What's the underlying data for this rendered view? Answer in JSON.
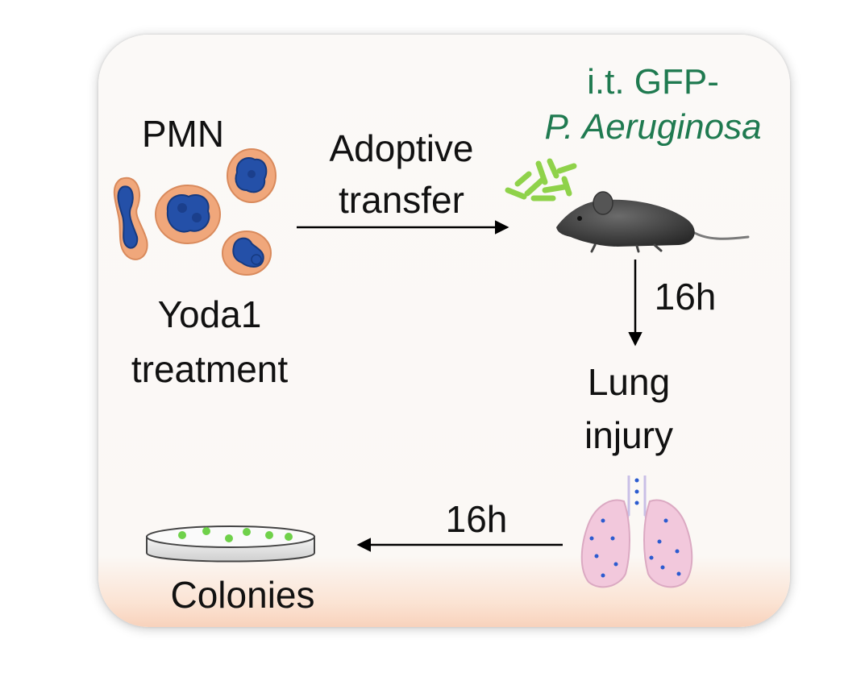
{
  "diagram": {
    "cells_label": "PMN",
    "treatment_line1": "Yoda1",
    "treatment_line2": "treatment",
    "arrow1_line1": "Adoptive",
    "arrow1_line2": "transfer",
    "bacteria_line1": "i.t. GFP-",
    "bacteria_line2": "P. Aeruginosa",
    "arrow2_label": "16h",
    "outcome_line1": "Lung",
    "outcome_line2": "injury",
    "arrow3_label": "16h",
    "result_label": "Colonies"
  },
  "colors": {
    "cell_body": "#f0a77b",
    "cell_nucleus": "#2450a8",
    "bacteria": "#8fd24a",
    "bacteria_label": "#1f7a50",
    "lung": "#f2c8dc",
    "lung_dots": "#2b5bd0",
    "colony_dots": "#6fd14a"
  }
}
